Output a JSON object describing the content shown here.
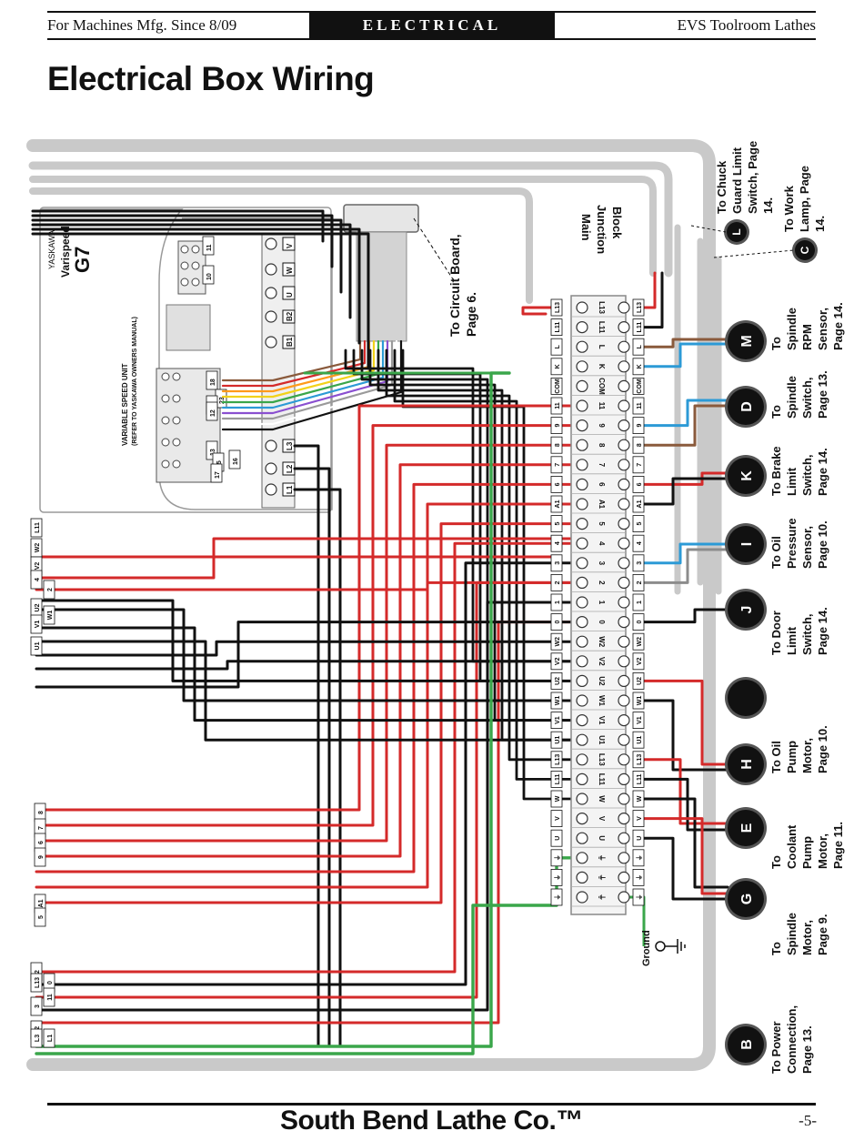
{
  "header": {
    "left": "For Machines Mfg. Since 8/09",
    "center": "ELECTRICAL",
    "right": "EVS Toolroom Lathes"
  },
  "title": "Electrical Box Wiring",
  "vfd": {
    "brand": "YASKAWA",
    "model_line": "Varispeed",
    "model": "G7",
    "caption1": "VARIABLE SPEED UNIT",
    "caption2": "(REFER TO YASKAWA OWNERS MANUAL)",
    "power_terminals": [
      "V",
      "W",
      "U",
      "B2",
      "B1",
      "L3",
      "L2",
      "L1"
    ],
    "control_terminals": [
      "11",
      "10",
      "18",
      "23",
      "14",
      "12",
      "13",
      "15",
      "16",
      "17"
    ]
  },
  "junction": {
    "label_line1": "Main",
    "label_line2": "Junction",
    "label_line3": "Block",
    "terminals": [
      "L13",
      "L11",
      "L",
      "K",
      "COM",
      "11",
      "9",
      "8",
      "7",
      "6",
      "A1",
      "5",
      "4",
      "3",
      "2",
      "1",
      "0",
      "W2",
      "V2",
      "U2",
      "W1",
      "V1",
      "U1",
      "L13",
      "L11",
      "W",
      "V",
      "U",
      "⏚",
      "⏚",
      "⏚"
    ]
  },
  "left_tags": [
    "L11",
    "W2",
    "V2",
    "4",
    "2",
    "U2",
    "V1",
    "W1",
    "U1",
    "8",
    "7",
    "6",
    "9",
    "A1",
    "5",
    "2",
    "L13",
    "0",
    "3",
    "11",
    "L2",
    "L1",
    "L3"
  ],
  "circuit_board": "To Circuit Board, Page 6.",
  "ground_label": "Ground",
  "connectors": [
    {
      "letter": "L",
      "text": "To Chuck Guard Limit Switch, Page 14."
    },
    {
      "letter": "C",
      "text": "To Work Lamp, Page 14."
    },
    {
      "letter": "M",
      "text": "To Spindle RPM Sensor, Page 14."
    },
    {
      "letter": "D",
      "text": "To Spindle Switch, Page 13."
    },
    {
      "letter": "K",
      "text": "To Brake Limit Switch, Page 14."
    },
    {
      "letter": "I",
      "text": "To Oil Pressure Sensor, Page 10."
    },
    {
      "letter": "J",
      "text": "To Door Limit Switch, Page 14."
    },
    {
      "letter": "",
      "text": ""
    },
    {
      "letter": "H",
      "text": "To Oil Pump Motor, Page 10."
    },
    {
      "letter": "E",
      "text": "To Coolant Pump Motor, Page 11."
    },
    {
      "letter": "G",
      "text": "To Spindle Motor, Page 9."
    },
    {
      "letter": "B",
      "text": "To Power Connection, Page 13."
    }
  ],
  "footer": {
    "brand": "South Bend Lathe Co.™",
    "page": "-5-"
  },
  "colors": {
    "red": "#d42a2a",
    "black": "#111111",
    "green": "#3aa64a",
    "blue": "#2c9ad6",
    "brown": "#8a5a3c",
    "yellow": "#f2d21a",
    "gray_conduit": "#cfcfcf"
  }
}
